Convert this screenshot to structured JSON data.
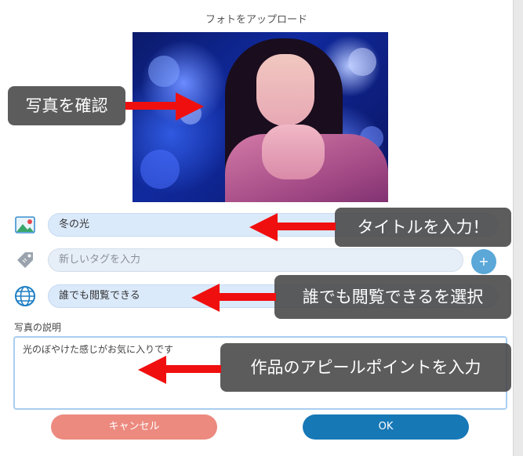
{
  "dialog": {
    "title": "フォトをアップロード"
  },
  "fields": {
    "title_value": "冬の光",
    "tag_placeholder": "新しいタグを入力",
    "visibility_value": "誰でも閲覧できる",
    "add_tag_label": "+"
  },
  "description": {
    "label": "写真の説明",
    "text": "光のぼやけた感じがお気に入りです"
  },
  "buttons": {
    "cancel": "キャンセル",
    "ok": "OK"
  },
  "annotations": {
    "check_photo": "写真を確認",
    "enter_title": "タイトルを入力！",
    "select_visibility": "誰でも閲覧できるを選択",
    "enter_appeal": "作品のアピールポイントを入力"
  },
  "colors": {
    "annotation_arrow": "#f00f0f",
    "ok_button": "#1778b6",
    "cancel_button": "#ec8a7f",
    "field_bg": "#dbeafb"
  },
  "icons": {
    "title_row": "image-icon",
    "tag_row": "tag-icon",
    "visibility_row": "globe-icon"
  }
}
